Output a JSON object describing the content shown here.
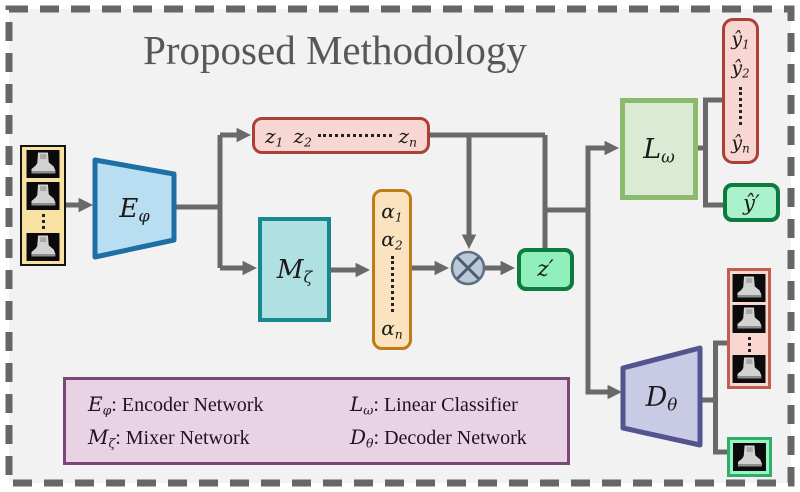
{
  "title": "Proposed Methodology",
  "nodes": {
    "encoder": {
      "base": "E",
      "sub": "φ"
    },
    "mixer": {
      "base": "M",
      "sub": "ζ"
    },
    "classifier": {
      "base": "L",
      "sub": "ω"
    },
    "decoder": {
      "base": "D",
      "sub": "θ"
    }
  },
  "latent": {
    "z1": {
      "base": "z",
      "sub": "1"
    },
    "z2": {
      "base": "z",
      "sub": "2"
    },
    "zn": {
      "base": "z",
      "sub": "n"
    },
    "z_prime": "z′"
  },
  "alpha": {
    "a1": {
      "base": "α",
      "sub": "1"
    },
    "a2": {
      "base": "α",
      "sub": "2"
    },
    "an": {
      "base": "α",
      "sub": "n"
    }
  },
  "outputs": {
    "y1": {
      "base": "ŷ",
      "sub": "1"
    },
    "y2": {
      "base": "ŷ",
      "sub": "2"
    },
    "yn": {
      "base": "ŷ",
      "sub": "n"
    },
    "y_prime": "ŷ′"
  },
  "legend": {
    "items": [
      {
        "base": "E",
        "sub": "φ",
        "label": ": Encoder Network"
      },
      {
        "base": "L",
        "sub": "ω",
        "label": ": Linear Classifier"
      },
      {
        "base": "M",
        "sub": "ζ",
        "label": ": Mixer Network"
      },
      {
        "base": "D",
        "sub": "θ",
        "label": ": Decoder Network"
      }
    ]
  },
  "colors": {
    "background": "#f2f2f2",
    "dashed_border": "#666666",
    "connector": "#696969",
    "encoder_fill": "#b9ddf1",
    "encoder_border": "#1d6fa5",
    "mixer_fill": "#afe0e2",
    "mixer_border": "#17888e",
    "z_fill": "#f8d7d3",
    "z_border": "#ac3f38",
    "alpha_fill": "#fbe3c0",
    "alpha_border": "#bf7b15",
    "z_prime_fill": "#8ff0bc",
    "z_prime_border": "#0d7a3e",
    "classifier_fill": "#dbead2",
    "classifier_border": "#8bba6d",
    "decoder_fill": "#c9cae4",
    "decoder_border": "#54548e",
    "legend_fill": "#e8d2e3",
    "legend_border": "#794877",
    "input_fill": "#f8e1a1",
    "output_red_fill": "#f9d6cf",
    "output_red_border": "#c05f4d",
    "output_green_fill": "#97f5c4",
    "output_green_border": "#2fae6a",
    "multiply_fill": "#b8c9da"
  }
}
